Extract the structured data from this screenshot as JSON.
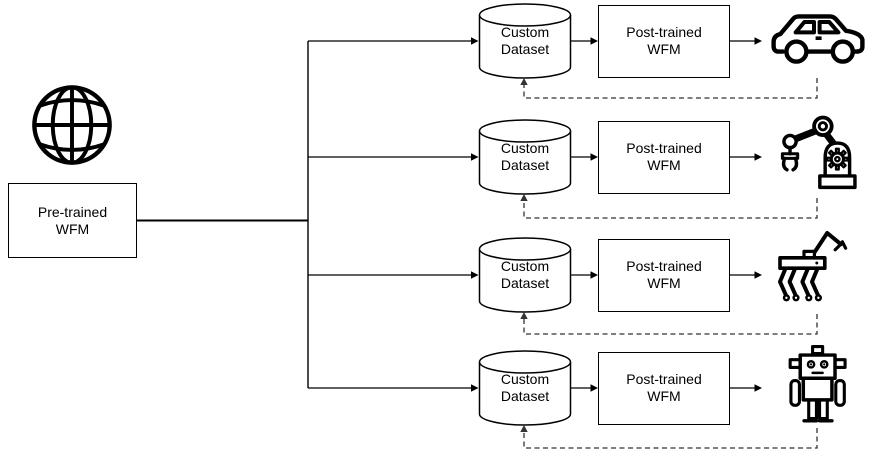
{
  "diagram": {
    "source": {
      "icon": "globe-icon",
      "pretrained_node": {
        "line1": "Pre-trained",
        "line2": "WFM"
      }
    },
    "rows": [
      {
        "dataset": {
          "line1": "Custom",
          "line2": "Dataset"
        },
        "model": {
          "line1": "Post-trained",
          "line2": "WFM"
        },
        "icon": "car-icon"
      },
      {
        "dataset": {
          "line1": "Custom",
          "line2": "Dataset"
        },
        "model": {
          "line1": "Post-trained",
          "line2": "WFM"
        },
        "icon": "robot-arm-icon"
      },
      {
        "dataset": {
          "line1": "Custom",
          "line2": "Dataset"
        },
        "model": {
          "line1": "Post-trained",
          "line2": "WFM"
        },
        "icon": "quadruped-robot-icon"
      },
      {
        "dataset": {
          "line1": "Custom",
          "line2": "Dataset"
        },
        "model": {
          "line1": "Post-trained",
          "line2": "WFM"
        },
        "icon": "humanoid-robot-icon"
      }
    ],
    "colors": {
      "line": "#000000",
      "dashed_line": "#333333",
      "background": "#ffffff",
      "text": "#000000"
    }
  }
}
